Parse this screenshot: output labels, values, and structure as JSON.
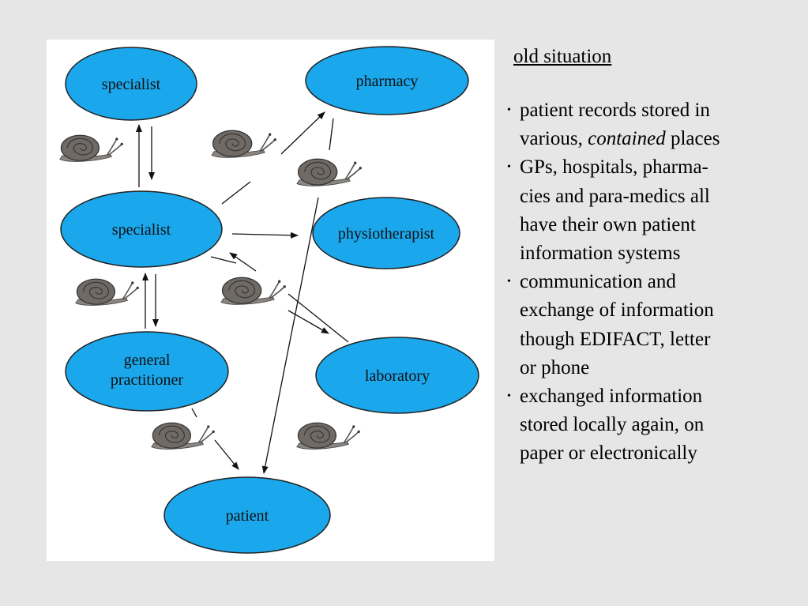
{
  "heading": "old situation",
  "bullet_symbol": "•",
  "bullets": [
    {
      "lines": [
        "patient records stored in"
      ],
      "line2_pre": "various, ",
      "line2_em": "contained",
      "line2_post": " places"
    },
    {
      "lines": [
        "GPs, hospitals, pharma-",
        "cies and para-medics all",
        "have their own patient",
        "information systems"
      ]
    },
    {
      "lines": [
        "communication and",
        "exchange of information",
        "though EDIFACT, letter",
        "or phone"
      ]
    },
    {
      "lines": [
        "exchanged information",
        "stored locally again, on",
        "paper or electronically"
      ]
    }
  ],
  "diagram": {
    "colors": {
      "node_fill": "#1aa7ec",
      "node_stroke": "#222222",
      "arrow": "#111111",
      "snail_shell": "#6f6a66",
      "snail_body": "#8a8580"
    },
    "nodes": {
      "specialist_top": "specialist",
      "pharmacy": "pharmacy",
      "specialist_mid": "specialist",
      "physiotherapist": "physiotherapist",
      "gp_line1": "general",
      "gp_line2": "practitioner",
      "laboratory": "laboratory",
      "patient": "patient"
    },
    "snail_icon": "snail-icon"
  }
}
